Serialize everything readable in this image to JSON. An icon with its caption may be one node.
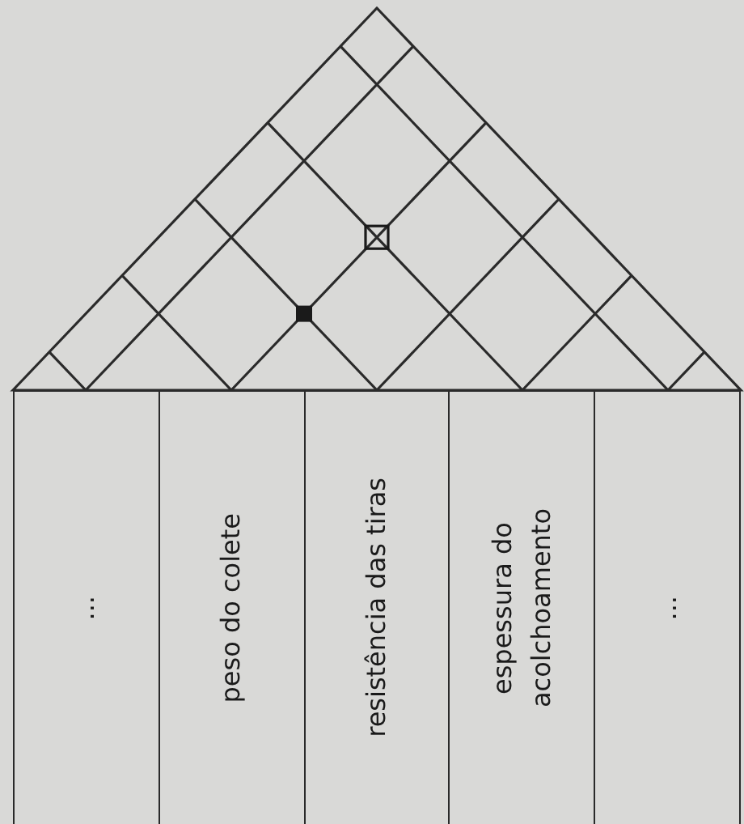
{
  "diagram": {
    "nodes": [
      {
        "text": [
          "..."
        ]
      },
      {
        "text": [
          "peso do colete"
        ]
      },
      {
        "text": [
          "resistência das tiras"
        ]
      },
      {
        "text": [
          "espessura do acolchoamento"
        ]
      },
      {
        "text": [
          "..."
        ]
      }
    ]
  }
}
